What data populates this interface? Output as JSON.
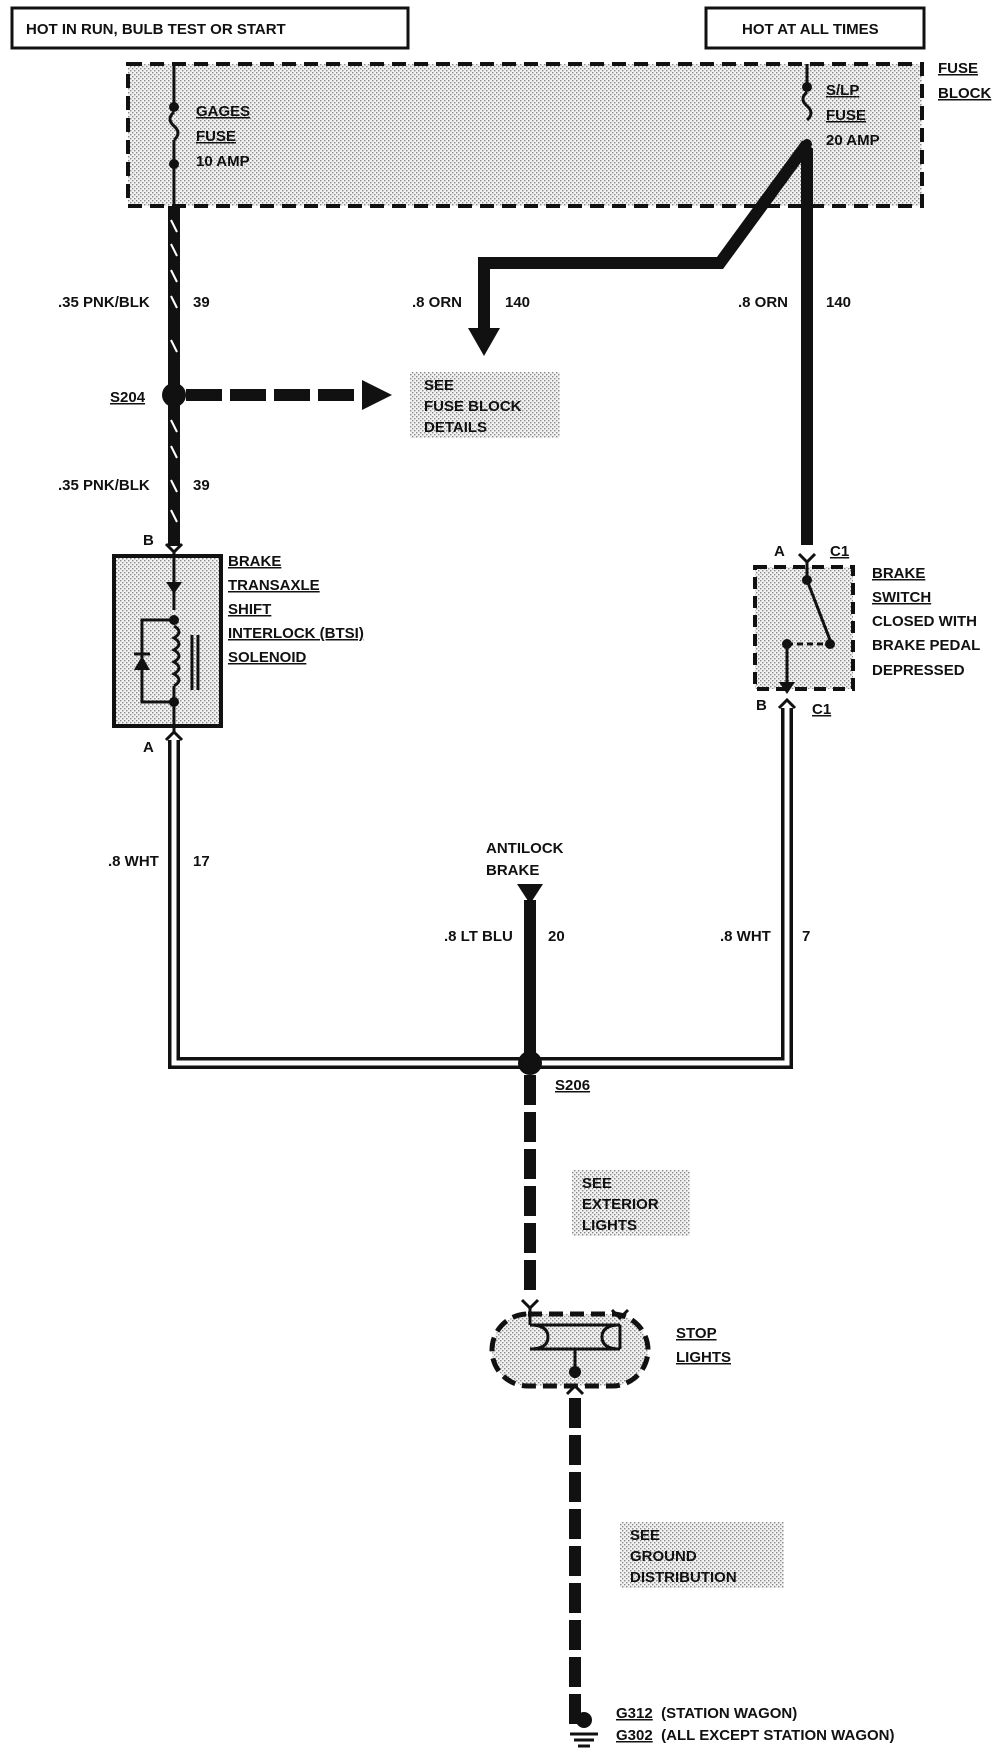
{
  "headers": {
    "left": "HOT IN RUN, BULB TEST OR START",
    "right": "HOT AT ALL TIMES"
  },
  "fuse_block": {
    "label_line1": "FUSE",
    "label_line2": "BLOCK",
    "gages_fuse": [
      "GAGES",
      "FUSE",
      "10 AMP"
    ],
    "slp_fuse": [
      "S/LP",
      "FUSE",
      "20 AMP"
    ]
  },
  "wires": {
    "w39_upper": {
      "gauge": ".35 PNK/BLK",
      "circuit": "39"
    },
    "w39_lower": {
      "gauge": ".35 PNK/BLK",
      "circuit": "39"
    },
    "w140_left": {
      "gauge": ".8 ORN",
      "circuit": "140"
    },
    "w140_right": {
      "gauge": ".8 ORN",
      "circuit": "140"
    },
    "w17": {
      "gauge": ".8 WHT",
      "circuit": "17"
    },
    "w20": {
      "gauge": ".8 LT BLU",
      "circuit": "20"
    },
    "w7": {
      "gauge": ".8 WHT",
      "circuit": "7"
    }
  },
  "splices": {
    "s204": "S204",
    "s206": "S206"
  },
  "see_boxes": {
    "fuse_block_details": [
      "SEE",
      "FUSE BLOCK",
      "DETAILS"
    ],
    "exterior_lights": [
      "SEE",
      "EXTERIOR",
      "LIGHTS"
    ],
    "ground_distribution": [
      "SEE",
      "GROUND",
      "DISTRIBUTION"
    ]
  },
  "solenoid": {
    "pin_b": "B",
    "pin_a": "A",
    "label": [
      "BRAKE",
      "TRANSAXLE",
      "SHIFT",
      "INTERLOCK (BTSI)",
      "SOLENOID"
    ]
  },
  "brake_switch": {
    "pin_a": "A",
    "pin_b": "B",
    "conn_top": "C1",
    "conn_bottom": "C1",
    "label": [
      "BRAKE",
      "SWITCH",
      "CLOSED WITH",
      "BRAKE PEDAL",
      "DEPRESSED"
    ]
  },
  "antilock": [
    "ANTILOCK",
    "BRAKE"
  ],
  "stop_lights": [
    "STOP",
    "LIGHTS"
  ],
  "grounds": {
    "g312_id": "G312",
    "g312_note": "(STATION WAGON)",
    "g302_id": "G302",
    "g302_note": "(ALL EXCEPT STATION WAGON)"
  },
  "colors": {
    "ink": "#111111",
    "stipple": "#c8c8c8"
  }
}
